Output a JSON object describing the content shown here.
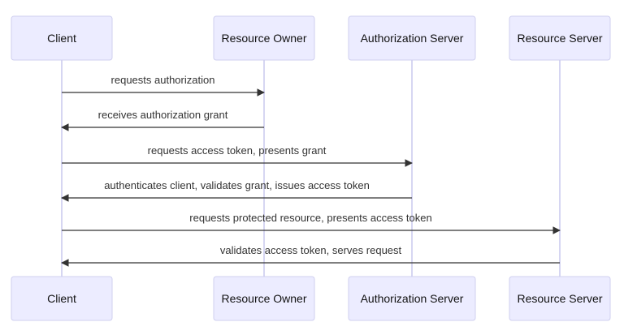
{
  "participants": [
    {
      "id": "client",
      "name": "Client"
    },
    {
      "id": "owner",
      "name": "Resource Owner"
    },
    {
      "id": "auth",
      "name": "Authorization Server"
    },
    {
      "id": "resource",
      "name": "Resource Server"
    }
  ],
  "messages": [
    {
      "from": "client",
      "to": "owner",
      "text": "requests authorization"
    },
    {
      "from": "owner",
      "to": "client",
      "text": "receives authorization grant"
    },
    {
      "from": "client",
      "to": "auth",
      "text": "requests access token, presents grant"
    },
    {
      "from": "auth",
      "to": "client",
      "text": "authenticates client, validates grant, issues access token"
    },
    {
      "from": "client",
      "to": "resource",
      "text": "requests protected resource, presents access token"
    },
    {
      "from": "resource",
      "to": "client",
      "text": "validates access token, serves request"
    }
  ],
  "colors": {
    "actor_fill": "#ececff",
    "actor_stroke": "#cfcfef",
    "lifeline": "#c8c8ee",
    "message": "#333333"
  }
}
